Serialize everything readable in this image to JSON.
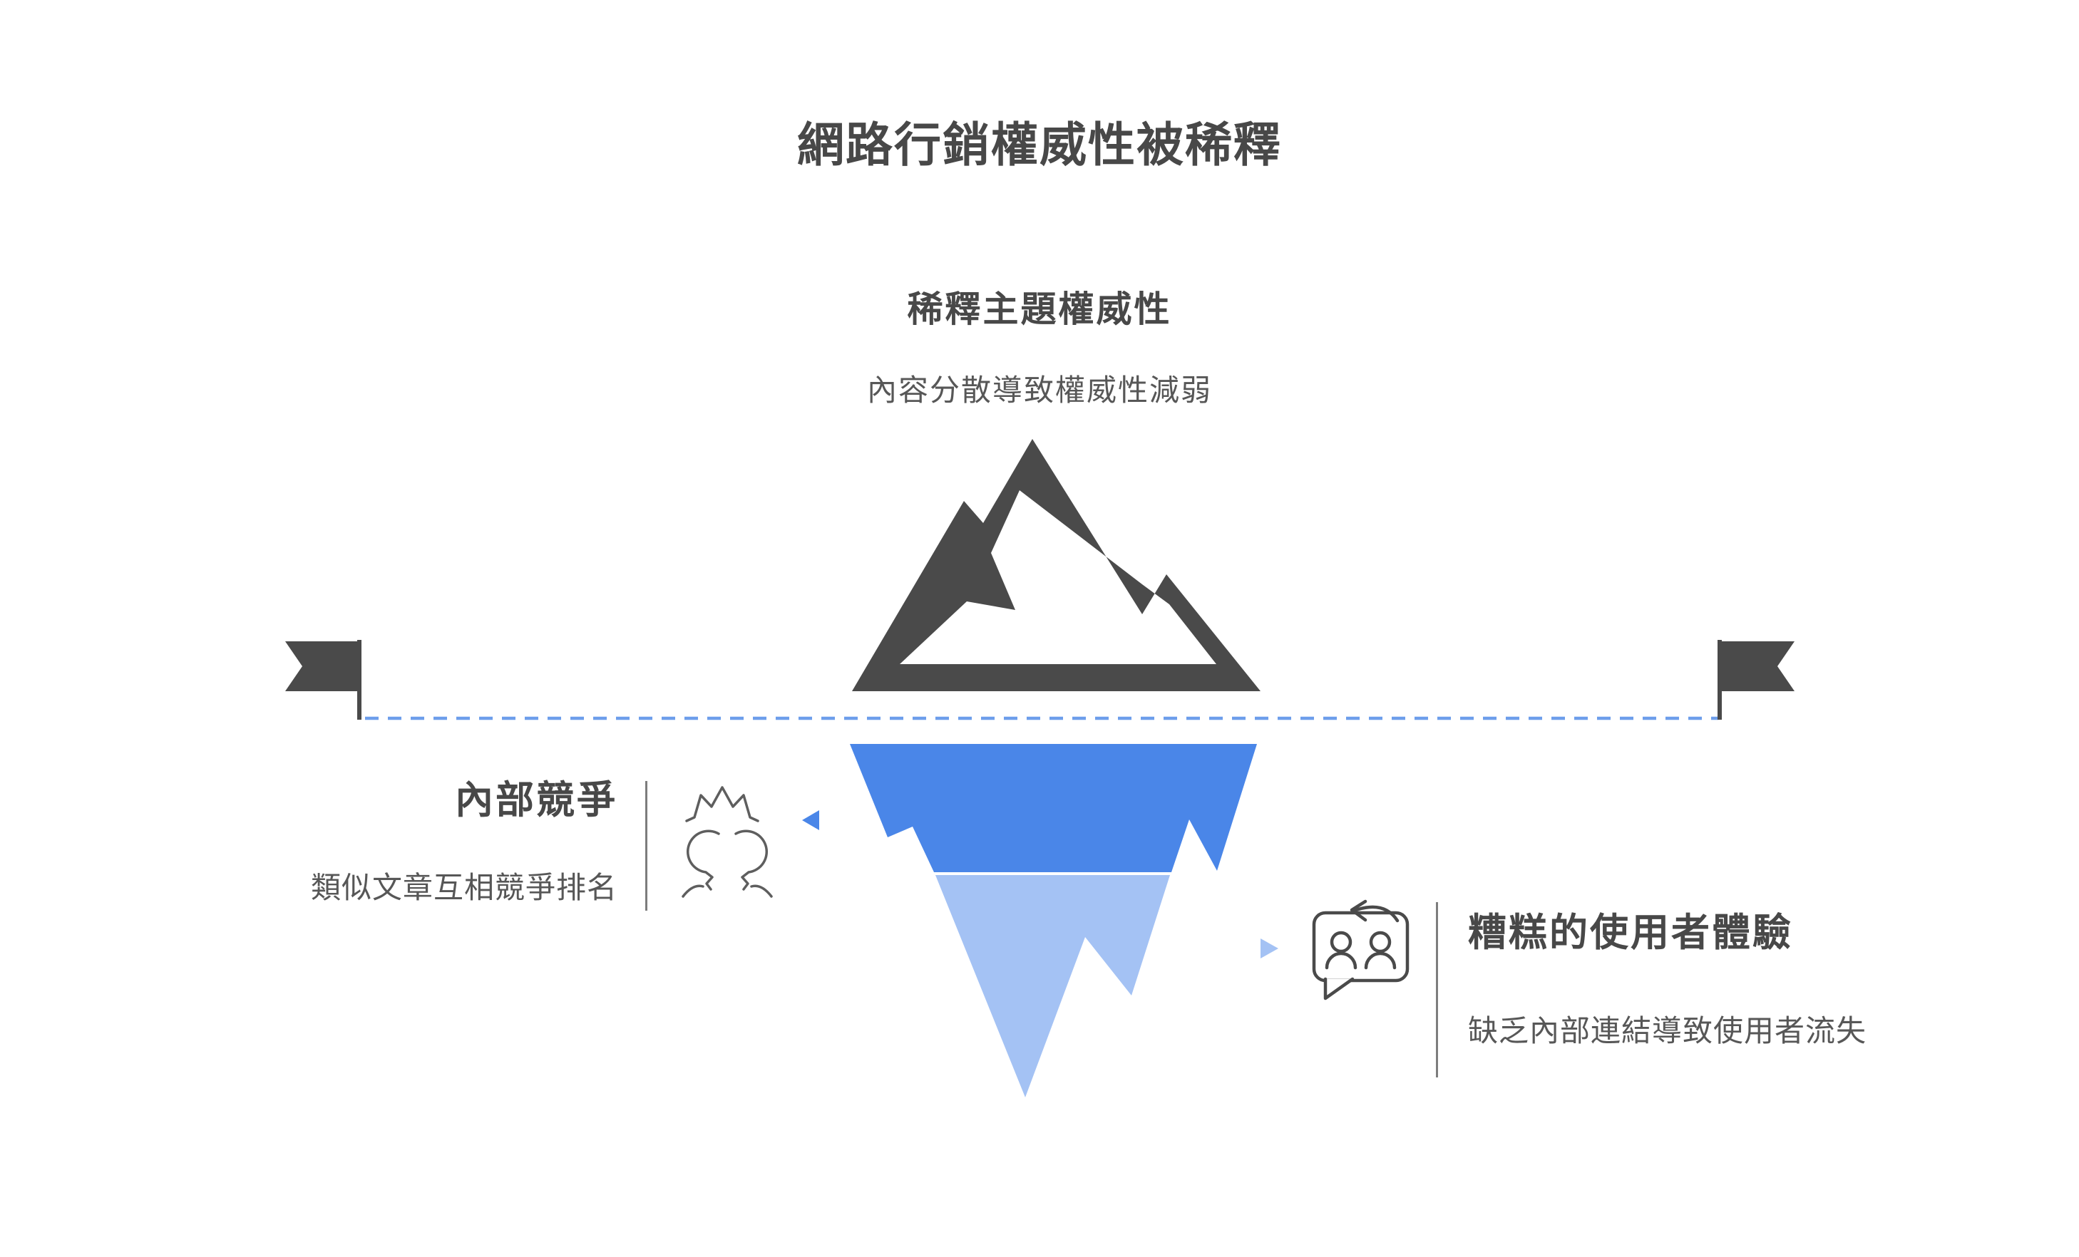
{
  "page": {
    "title": "網路行銷權威性被稀釋"
  },
  "summit": {
    "title": "稀釋主題權威性",
    "description": "內容分散導致權威性減弱",
    "icon": "mountain-icon"
  },
  "left_callout": {
    "title": "內部競爭",
    "description": "類似文章互相競爭排名",
    "icon": "people-conflict-icon"
  },
  "right_callout": {
    "title": "糟糕的使用者體驗",
    "description": "缺乏內部連結導致使用者流失",
    "icon": "users-speech-bubble-return-icon"
  },
  "waterline": {
    "left_marker": "flag-icon",
    "right_marker": "flag-icon"
  },
  "colors": {
    "title_gray": "#484848",
    "body_gray": "#575757",
    "shape_dark_gray": "#4a4a4a",
    "icon_stroke_gray": "#5e5e5e",
    "iceberg_dark_blue": "#4a86e8",
    "iceberg_light_blue": "#a4c2f4",
    "waterline_blue": "#6d9eeb",
    "left_arrow_blue": "#4a86e8",
    "right_arrow_blue": "#a4c2f4"
  }
}
